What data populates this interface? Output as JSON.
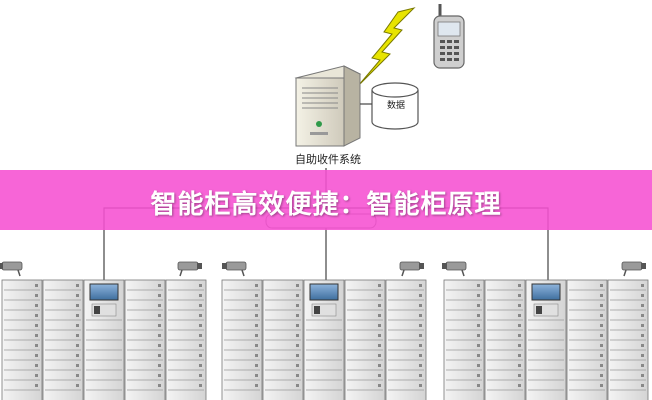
{
  "diagram": {
    "server_label": "自助收件系统",
    "database_label": "数据",
    "title": "智能柜高效便捷：智能柜原理"
  },
  "icons": [
    "lightning-icon",
    "mobile-phone-icon",
    "server-tower-icon",
    "database-cylinder-icon",
    "security-camera-icon",
    "smart-locker-cabinet"
  ],
  "colors": {
    "banner": "#f650d2",
    "lightning": "#e6e600",
    "screen": "#5f8fbf",
    "locker": "#e8e8e8",
    "connector": "#444444"
  },
  "locker_groups": 3
}
